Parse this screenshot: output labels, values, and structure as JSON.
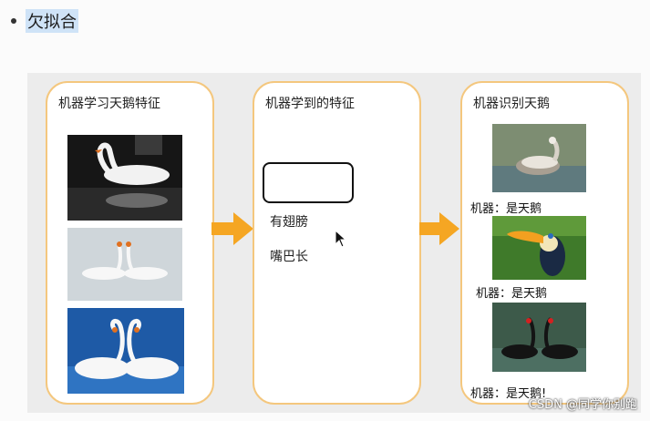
{
  "bullet": {
    "text": "欠拟合"
  },
  "panels": {
    "left": {
      "title": "机器学习天鹅特征"
    },
    "middle": {
      "title": "机器学到的特征",
      "features": [
        "有翅膀",
        "嘴巴长"
      ]
    },
    "right": {
      "title": "机器识别天鹅",
      "results": [
        "机器：是天鹅",
        "机器：是天鹅",
        "机器：是天鹅!"
      ]
    }
  },
  "watermark": {
    "text": "CSDN @同学你别跑"
  },
  "colors": {
    "panel_border": "#f4c77e",
    "arrow": "#f5a623"
  }
}
